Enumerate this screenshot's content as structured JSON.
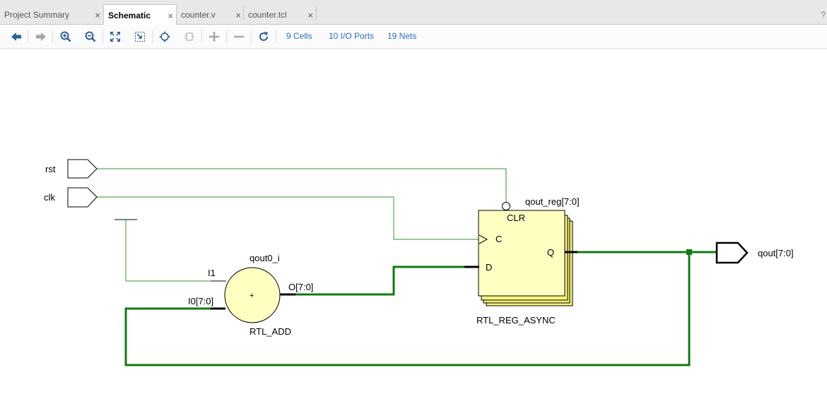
{
  "tabs": [
    {
      "label": "Project Summary",
      "close": "×"
    },
    {
      "label": "Schematic",
      "close": "×"
    },
    {
      "label": "counter.v",
      "close": "×"
    },
    {
      "label": "counter.tcl",
      "close": "×"
    }
  ],
  "help": "?",
  "toolbar": {
    "icons": [
      "back-arrow-icon",
      "forward-arrow-icon",
      "zoom-in-icon",
      "zoom-out-icon",
      "zoom-fit-icon",
      "zoom-area-icon",
      "select-center-icon",
      "regenerate-icon",
      "expand-icon",
      "collapse-icon",
      "reload-icon"
    ],
    "cells": "9 Cells",
    "ports": "10 I/O Ports",
    "nets": "19 Nets"
  },
  "schematic": {
    "inputs": {
      "rst": "rst",
      "clk": "clk"
    },
    "output": "qout[7:0]",
    "adder": {
      "name": "qout0_i",
      "type": "RTL_ADD",
      "symbol": "+",
      "pin_i1": "I1",
      "pin_i0": "I0[7:0]",
      "pin_o": "O[7:0]"
    },
    "register": {
      "name": "qout_reg[7:0]",
      "type": "RTL_REG_ASYNC",
      "pin_clr": "CLR",
      "pin_c": "C",
      "pin_d": "D",
      "pin_q": "Q"
    }
  },
  "colors": {
    "wire": "#2f9a2f",
    "bus": "#117a11",
    "cell_fill": "#ffffc2",
    "cell_stack": "#f6f27a",
    "link": "#2a6fc4"
  }
}
